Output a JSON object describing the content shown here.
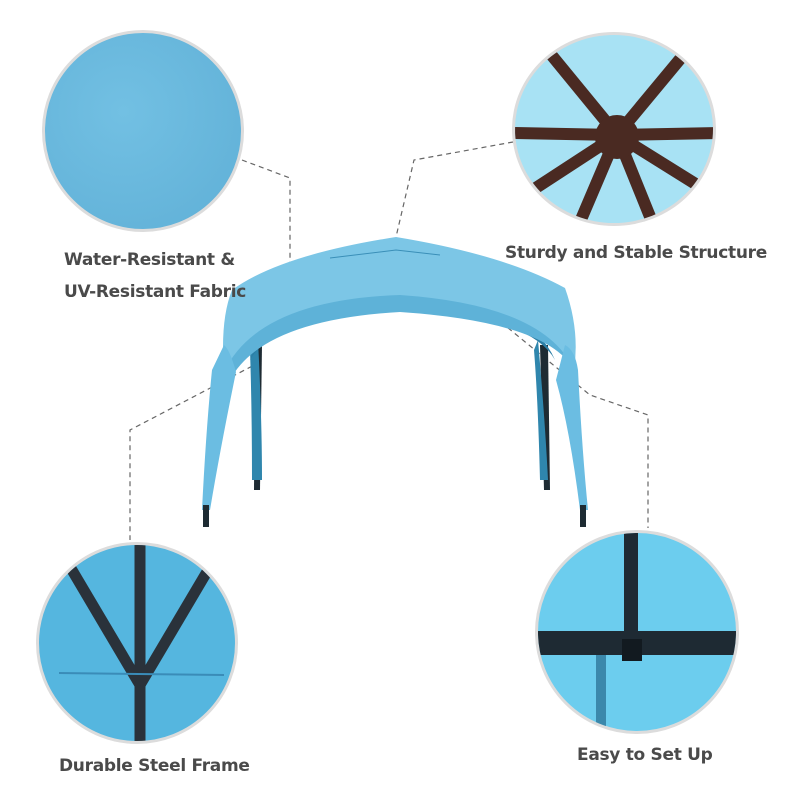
{
  "features": [
    {
      "id": "fabric",
      "label_lines": [
        "Water-Resistant &",
        "UV-Resistant Fabric"
      ]
    },
    {
      "id": "structure",
      "label": "Sturdy and Stable Structure"
    },
    {
      "id": "frame",
      "label": "Durable Steel Frame"
    },
    {
      "id": "setup",
      "label": "Easy to Set Up"
    }
  ],
  "colors": {
    "fabric_blue": "#66b8dd",
    "canopy_blue": "#7cc6e6",
    "light_blue": "#9fdcf2",
    "frame_dark": "#2a323a",
    "frame_brown": "#4a2a22",
    "label_gray": "#4a4a4a",
    "circle_border": "#dcdcdc",
    "dash_gray": "#666666"
  }
}
